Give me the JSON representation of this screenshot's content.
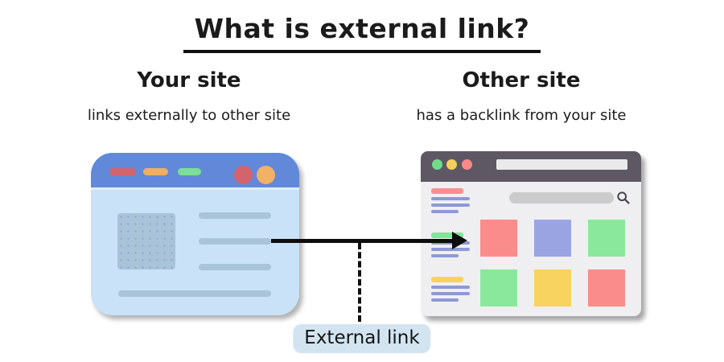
{
  "title": "What is external link?",
  "left_column": {
    "heading": "Your site",
    "subtitle": "links externally to other site"
  },
  "right_column": {
    "heading": "Other site",
    "subtitle": "has a backlink from your site"
  },
  "connector": {
    "label": "External link"
  },
  "icons": {
    "search": "magnifying-glass"
  },
  "palette": {
    "ink": "#1b1b1b",
    "arrow_black": "#0d0d0d",
    "label_bg": "#d3e4f1",
    "left_window": {
      "header": "#6289d9",
      "body": "#c9e2f8",
      "muted_element": "#a9c3d9",
      "placeholder": "#a9c3d9",
      "pill_red": "#d5636b",
      "pill_orange": "#f1ad62",
      "pill_green": "#7bdf97",
      "circle_red": "#d5636b",
      "circle_orange": "#f2b165"
    },
    "right_window": {
      "header": "#5d5864",
      "body": "#efeff1",
      "address_bar": "#e9e9eb",
      "dot_green": "#6fdd8b",
      "dot_yellow": "#f5d05c",
      "dot_red": "#f98a8a",
      "sidebar_line": "#8d99d6",
      "search_bar": "#cbcbcb",
      "search_icon": "#49444e"
    }
  },
  "windows": {
    "other": {
      "sidebar_groups": [
        {
          "pill_color": "#f98f8f"
        },
        {
          "pill_color": "#7fe79b"
        },
        {
          "pill_color": "#f7d263"
        }
      ],
      "grid_tile_colors": [
        "#fa8c8c",
        "#9aa4e2",
        "#8ae89c",
        "#8ae89c",
        "#f8d35f",
        "#fa8c8c"
      ]
    }
  }
}
